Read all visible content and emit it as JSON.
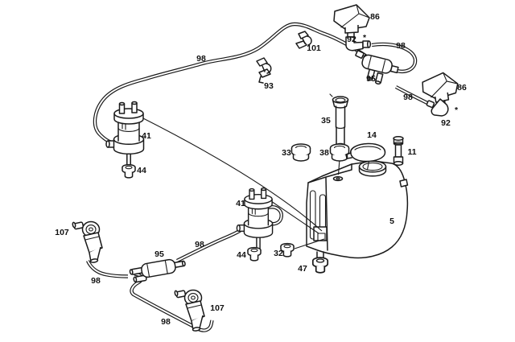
{
  "figure": {
    "background": "#ffffff",
    "line_color": "#1a1a1a",
    "label_color": "#111111"
  },
  "labels": {
    "hose_top": "98",
    "clip_on_hose": "101",
    "clip_spare": "93",
    "nozzle_top": "86",
    "elbow_top": "92",
    "asterisk_top": "*",
    "hose_curve": "98",
    "valve_top": "95",
    "hose_right": "98",
    "nozzle_right": "86",
    "elbow_right": "92",
    "asterisk_right": "*",
    "filler_neck": "35",
    "cap": "14",
    "grommet_neck_left": "33",
    "grommet_neck": "38",
    "pin": "11",
    "pump_front": "41",
    "grommet_pump_front": "44",
    "pump_rear": "41",
    "reservoir": "5",
    "grommet_pump_rear": "44",
    "grommet_reservoir_upper": "32",
    "grommet_reservoir_lower": "47",
    "nozzle_washer_left": "107",
    "valve_washer": "95",
    "hose_valve_pump": "98",
    "hose_nozzle_left": "98",
    "nozzle_washer_right": "107",
    "hose_washer_long": "98"
  }
}
